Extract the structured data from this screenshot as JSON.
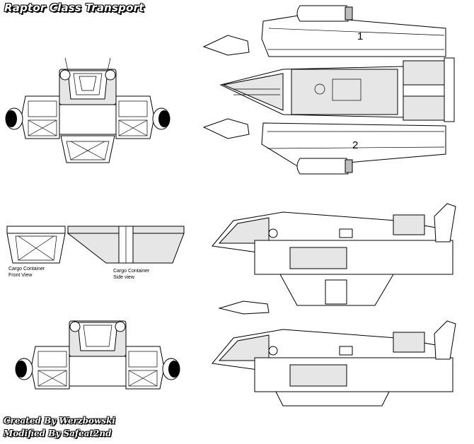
{
  "title": "Raptor Class Transport",
  "labels": {
    "cargo_front": [
      "Cargo Container",
      "Front View"
    ],
    "cargo_side": [
      "Cargo Container",
      "Side view"
    ],
    "pod_numbers": [
      "1",
      "2"
    ]
  },
  "credits": {
    "created": "Created By Werzbowski",
    "modified": "Modified By Safeat2nd"
  }
}
